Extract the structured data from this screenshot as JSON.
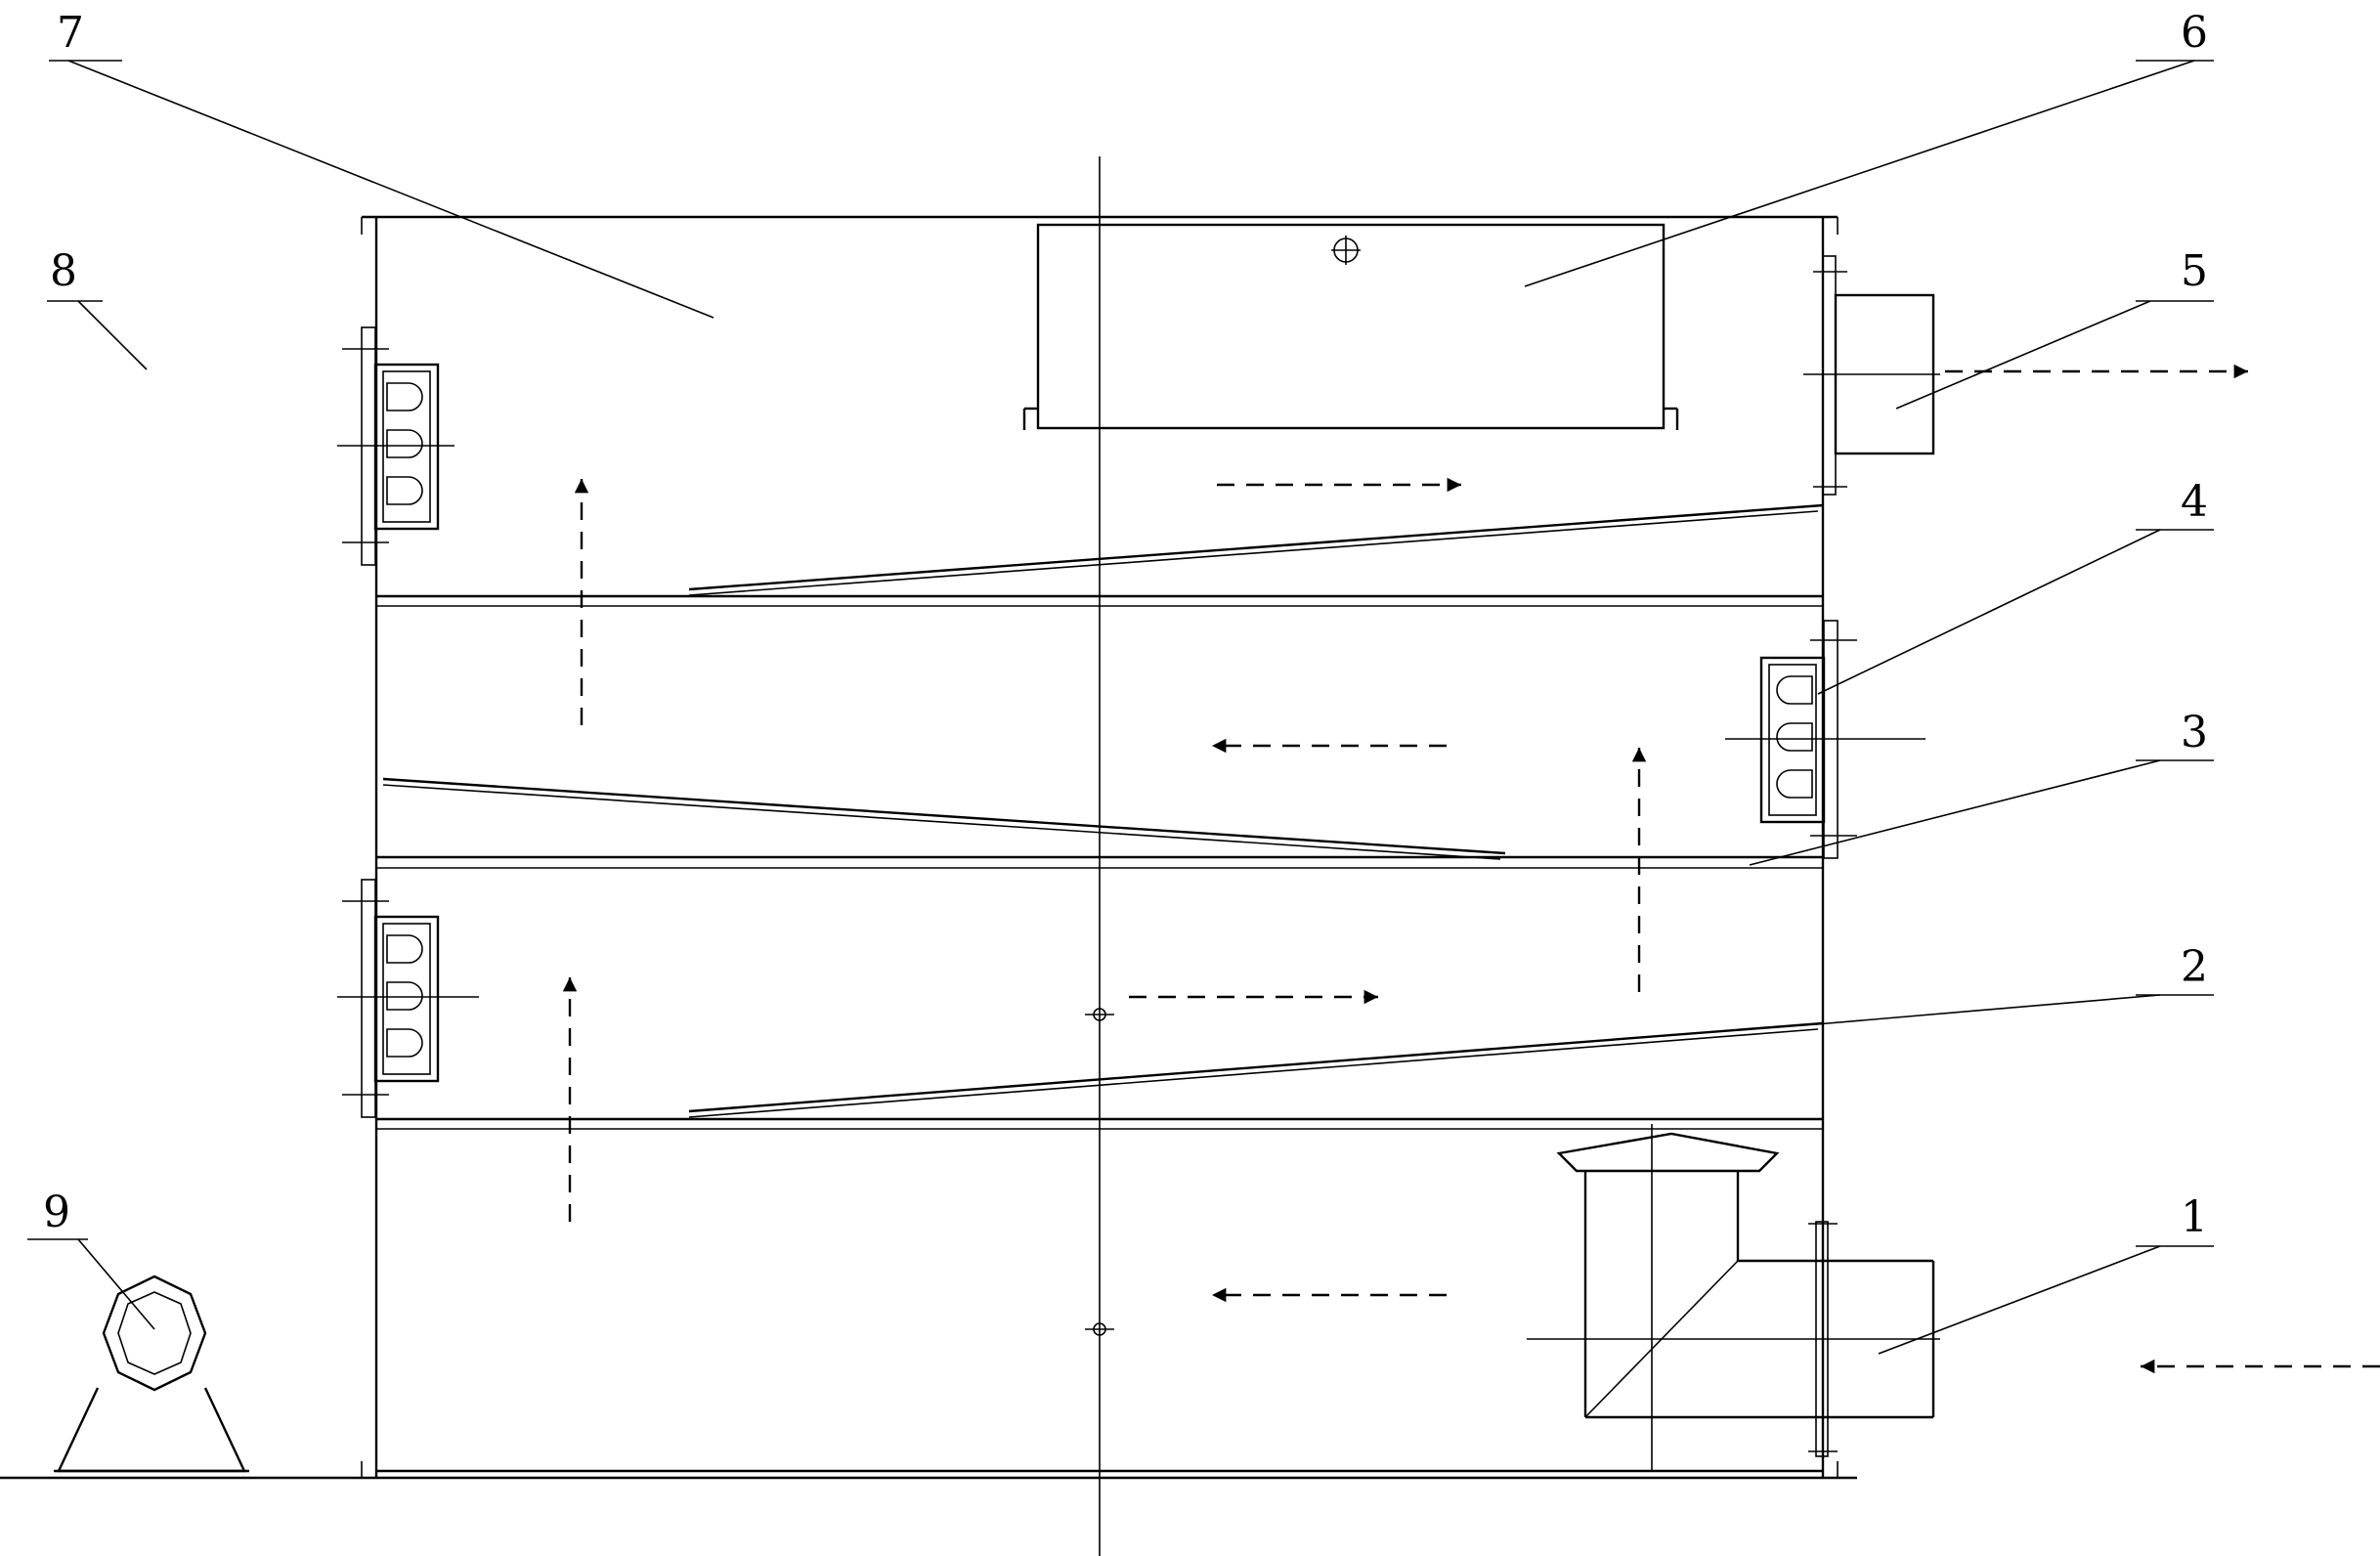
{
  "diagram": {
    "callouts": [
      {
        "id": "c1",
        "text": "1"
      },
      {
        "id": "c2",
        "text": "2"
      },
      {
        "id": "c3",
        "text": "3"
      },
      {
        "id": "c4",
        "text": "4"
      },
      {
        "id": "c5",
        "text": "5"
      },
      {
        "id": "c6",
        "text": "6"
      },
      {
        "id": "c7",
        "text": "7"
      },
      {
        "id": "c8",
        "text": "8"
      },
      {
        "id": "c9",
        "text": "9"
      }
    ]
  },
  "colors": {
    "line": "#000000",
    "background": "#ffffff"
  }
}
